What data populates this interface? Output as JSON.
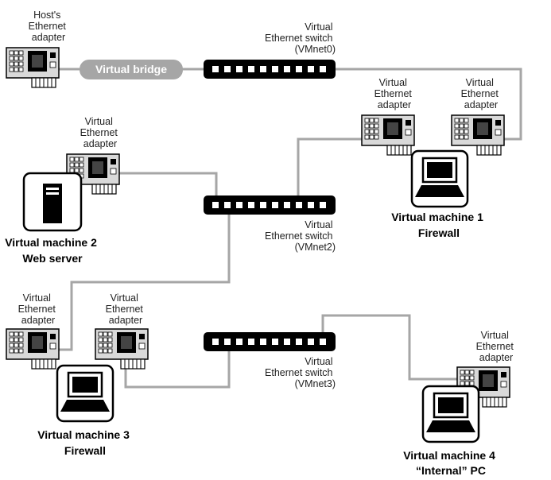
{
  "colors": {
    "wire": "#a6a6a6",
    "chassis": "#000000",
    "adapter_body": "#d9d9d9",
    "bridge": "#a6a6a6"
  },
  "icons": {
    "adapter": "network-adapter-icon",
    "switch": "ethernet-switch-icon",
    "laptop": "laptop-icon",
    "server": "server-icon"
  },
  "host_adapter": {
    "line1": "Host's",
    "line2": "Ethernet",
    "line3": "adapter"
  },
  "bridge": {
    "label": "Virtual bridge"
  },
  "switches": {
    "vmnet0": {
      "line1": "Virtual",
      "line2": "Ethernet switch",
      "line3": "(VMnet0)"
    },
    "vmnet2": {
      "line1": "Virtual",
      "line2": "Ethernet switch",
      "line3": "(VMnet2)"
    },
    "vmnet3": {
      "line1": "Virtual",
      "line2": "Ethernet switch",
      "line3": "(VMnet3)"
    }
  },
  "adapter_label": {
    "line1": "Virtual",
    "line2": "Ethernet",
    "line3": "adapter"
  },
  "machines": {
    "vm1": {
      "line1": "Virtual machine 1",
      "line2": "Firewall"
    },
    "vm2": {
      "line1": "Virtual machine 2",
      "line2": "Web server"
    },
    "vm3": {
      "line1": "Virtual machine 3",
      "line2": "Firewall"
    },
    "vm4": {
      "line1": "Virtual machine 4",
      "line2": "“Internal” PC"
    }
  }
}
